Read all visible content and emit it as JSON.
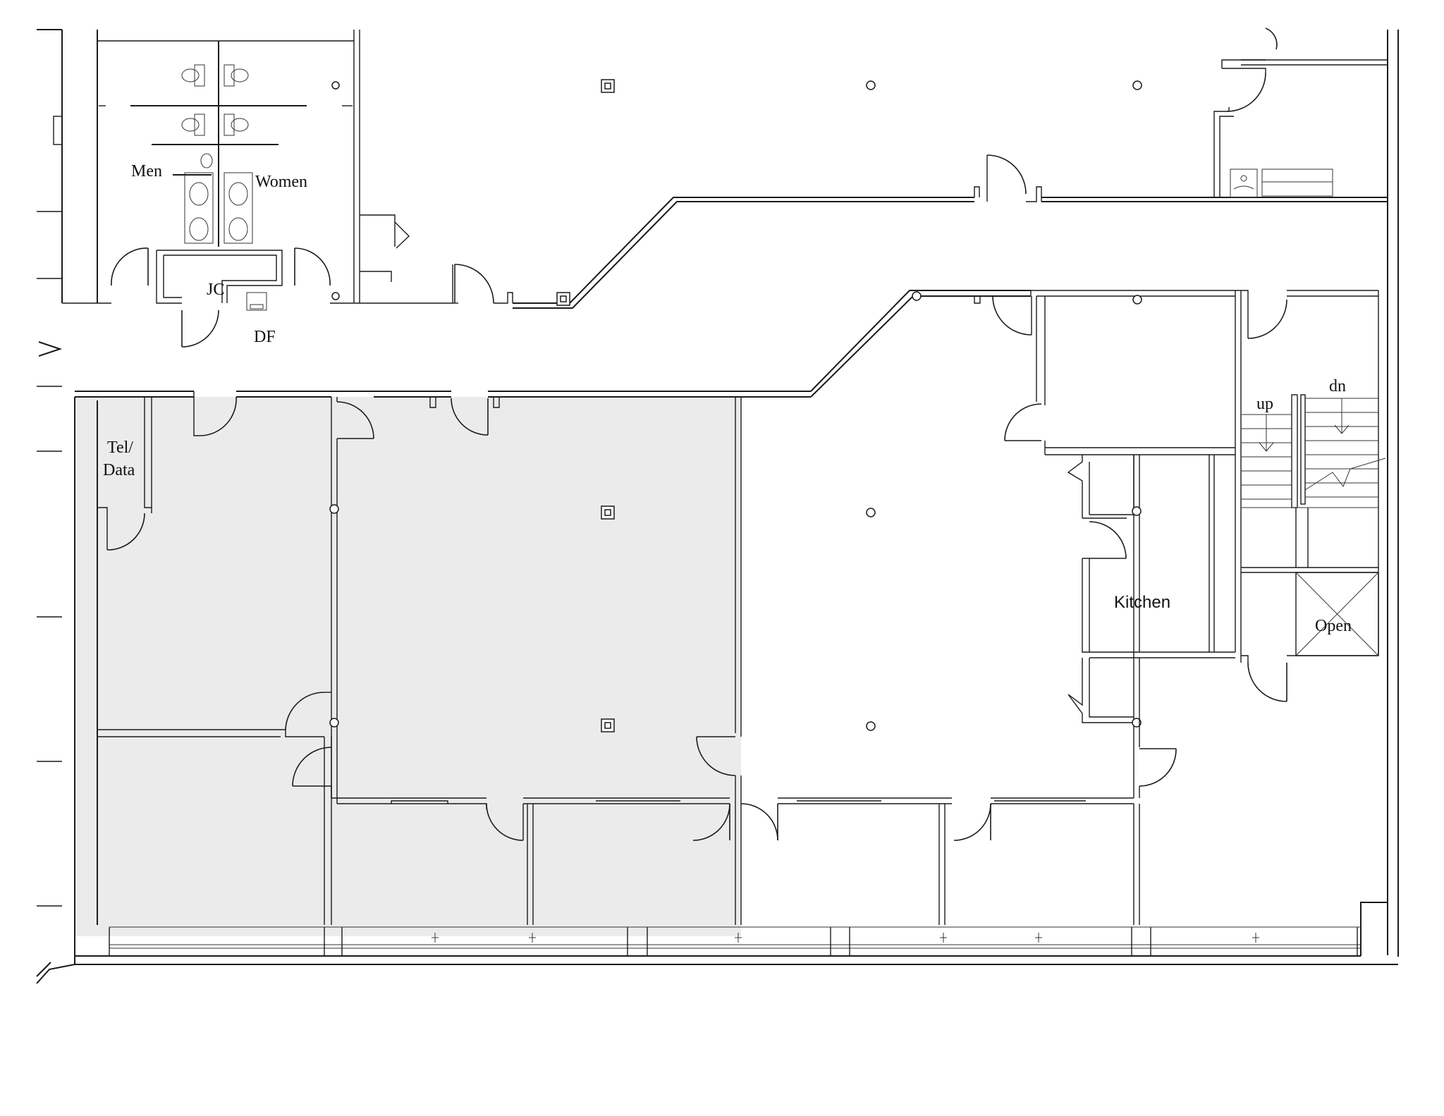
{
  "colors": {
    "highlight": "#ebebeb",
    "line": "#1a1a1a",
    "background": "#ffffff"
  },
  "labels": {
    "men": "Men",
    "women": "Women",
    "jc": "JC",
    "df": "DF",
    "tel_line1": "Tel/",
    "tel_line2": "Data",
    "kitchen": "Kitchen",
    "up": "up",
    "dn": "dn",
    "open": "Open"
  }
}
